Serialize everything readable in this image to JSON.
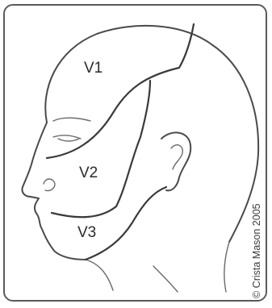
{
  "regions": {
    "v1": "V1",
    "v2": "V2",
    "v3": "V3"
  },
  "copyright": "© Crista Mason 2005"
}
